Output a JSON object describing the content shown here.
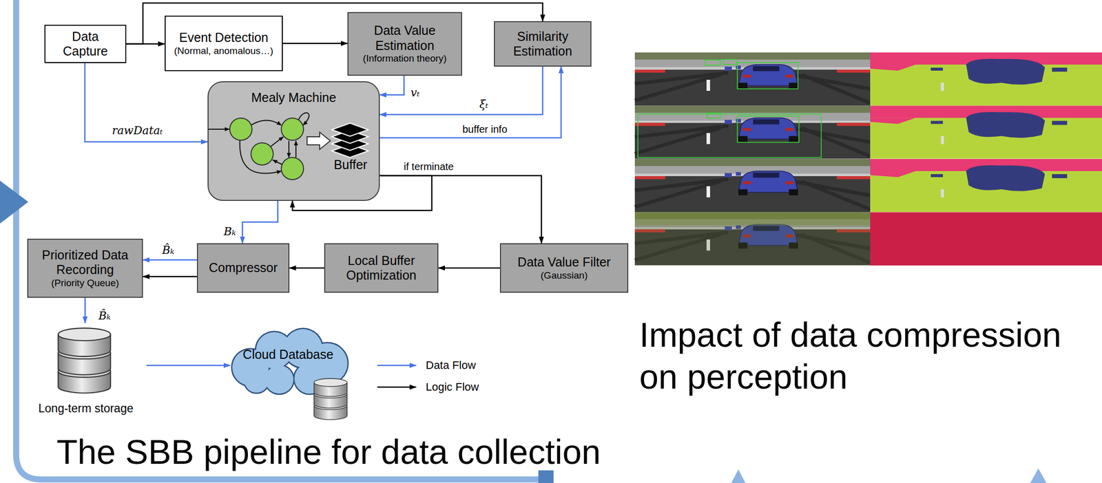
{
  "diagram": {
    "caption": "The SBB pipeline for data collection",
    "nodes": [
      {
        "text": [
          "Data Capture"
        ]
      },
      {
        "text": [
          "Event Detection",
          "(Normal, anomalous…)"
        ]
      },
      {
        "text": [
          "Data Value Estimation",
          "(Information theory)"
        ]
      },
      {
        "text": [
          "Similarity Estimation"
        ]
      },
      {
        "text": [
          "Mealy Machine"
        ]
      },
      {
        "text": [
          "Prioritized Data Recording",
          "(Priority Queue)"
        ]
      },
      {
        "text": [
          "Compressor"
        ]
      },
      {
        "text": [
          "Local Buffer Optimization"
        ]
      },
      {
        "text": [
          "Data Value Filter",
          "(Gaussian)"
        ]
      },
      {
        "text": [
          "Long-term storage"
        ]
      },
      {
        "text": [
          "Cloud Database"
        ]
      }
    ],
    "edges": [
      {
        "from": 0,
        "to": 1,
        "arrow": "to"
      },
      {
        "from": 0,
        "to": 3,
        "arrow": "to"
      },
      {
        "from": 1,
        "to": 2,
        "arrow": "to"
      },
      {
        "from": 2,
        "to": 4,
        "label": "vₜ",
        "arrow": "to"
      },
      {
        "from": 3,
        "to": 4,
        "label": "ξₜ",
        "arrow": "to"
      },
      {
        "from": 4,
        "to": 3,
        "label": "buffer info",
        "arrow": "to"
      },
      {
        "from": 0,
        "to": 4,
        "label": "rawDataₜ",
        "arrow": "to"
      },
      {
        "from": 4,
        "to": 8,
        "label": "if terminate",
        "arrow": "to"
      },
      {
        "from": 4,
        "to": 4,
        "arrow": "to"
      },
      {
        "from": 4,
        "to": 6,
        "label": "Bₖ",
        "arrow": "to"
      },
      {
        "from": 8,
        "to": 7,
        "arrow": "to"
      },
      {
        "from": 7,
        "to": 6,
        "arrow": "to"
      },
      {
        "from": 6,
        "to": 5,
        "label": "B̂ₖ",
        "arrow": "to"
      },
      {
        "from": 6,
        "to": 5,
        "arrow": "to"
      },
      {
        "from": 5,
        "to": 9,
        "label": "B̂ₖ",
        "arrow": "to"
      },
      {
        "from": 9,
        "to": 10,
        "arrow": "to"
      }
    ],
    "labels": [
      "Buffer",
      "Impact of data compression on perception"
    ],
    "legend": [
      {
        "text": "Data Flow"
      },
      {
        "text": "Logic Flow"
      }
    ]
  }
}
